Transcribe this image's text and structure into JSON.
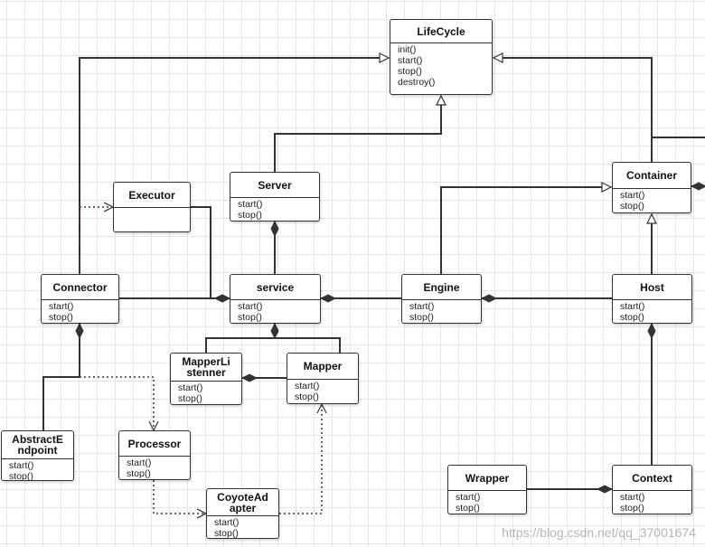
{
  "classes": {
    "lifecycle": {
      "name": "LifeCycle",
      "ops": [
        "init()",
        "start()",
        "stop()",
        "destroy()"
      ]
    },
    "server": {
      "name": "Server",
      "ops": [
        "start()",
        "stop()"
      ]
    },
    "executor": {
      "name": "Executor",
      "ops": []
    },
    "container": {
      "name": "Container",
      "ops": [
        "start()",
        "stop()"
      ]
    },
    "connector": {
      "name": "Connector",
      "ops": [
        "start()",
        "stop()"
      ]
    },
    "service": {
      "name": "service",
      "ops": [
        "start()",
        "stop()"
      ]
    },
    "engine": {
      "name": "Engine",
      "ops": [
        "start()",
        "stop()"
      ]
    },
    "host": {
      "name": "Host",
      "ops": [
        "start()",
        "stop()"
      ]
    },
    "mapperlistener": {
      "name": "MapperLi stenner",
      "ops": [
        "start()",
        "stop()"
      ]
    },
    "mapper": {
      "name": "Mapper",
      "ops": [
        "start()",
        "stop()"
      ]
    },
    "endpoint": {
      "name": "AbstractE ndpoint",
      "ops": [
        "start()",
        "stop()"
      ]
    },
    "processor": {
      "name": "Processor",
      "ops": [
        "start()",
        "stop()"
      ]
    },
    "coyote": {
      "name": "CoyoteAd apter",
      "ops": [
        "start()",
        "stop()"
      ]
    },
    "wrapper": {
      "name": "Wrapper",
      "ops": [
        "start()",
        "stop()"
      ]
    },
    "context": {
      "name": "Context",
      "ops": [
        "start()",
        "stop()"
      ]
    }
  },
  "colors": {
    "line": "#333333",
    "dashed_line": "#555555",
    "connector_dash": "#c0392b"
  },
  "watermark": "https://blog.csdn.net/qq_37001674"
}
